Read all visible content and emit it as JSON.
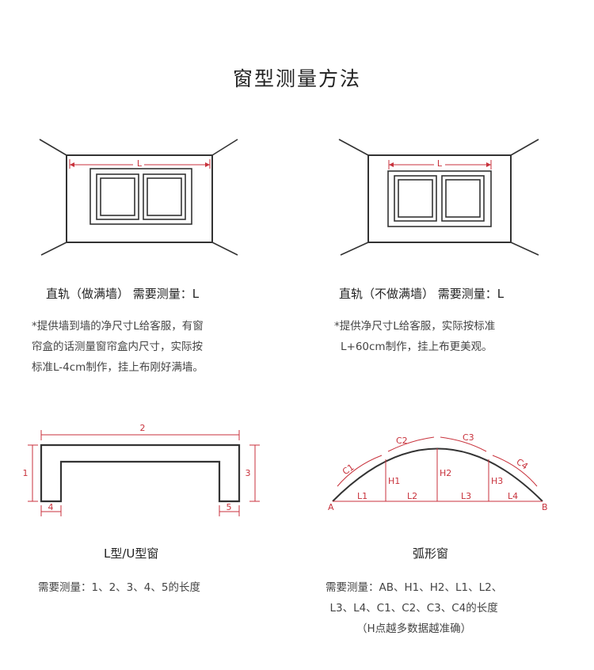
{
  "title": "窗型测量方法",
  "sections": [
    {
      "heading": "直轨（做满墙）   需要测量：L",
      "desc_lines": [
        "*提供墙到墙的净尺寸L给客服，有窗",
        "帘盒的话测量窗帘盒内尺寸，实际按",
        "标准L-4cm制作，挂上布刚好满墙。"
      ],
      "dim_label": "L"
    },
    {
      "heading": "直轨（不做满墙）   需要测量：L",
      "desc_lines": [
        "*提供净尺寸L给客服，实际按标准",
        "L+60cm制作，挂上布更美观。"
      ],
      "dim_label": "L"
    },
    {
      "heading": "L型/U型窗",
      "desc_lines": [
        "需要测量：1、2、3、4、5的长度"
      ],
      "dim_labels": [
        "1",
        "2",
        "3",
        "4",
        "5"
      ]
    },
    {
      "heading": "弧形窗",
      "desc_lines": [
        "需要测量：AB、H1、H2、L1、L2、",
        "L3、L4、C1、C2、C3、C4的长度",
        "（H点越多数据越准确）"
      ],
      "arc_labels": {
        "points": [
          "A",
          "B"
        ],
        "heights": [
          "H1",
          "H2",
          "H3"
        ],
        "lengths": [
          "L1",
          "L2",
          "L3",
          "L4"
        ],
        "chords": [
          "C1",
          "C2",
          "C3",
          "C4"
        ]
      }
    }
  ],
  "colors": {
    "accent": "#c8323c",
    "line": "#333333"
  }
}
